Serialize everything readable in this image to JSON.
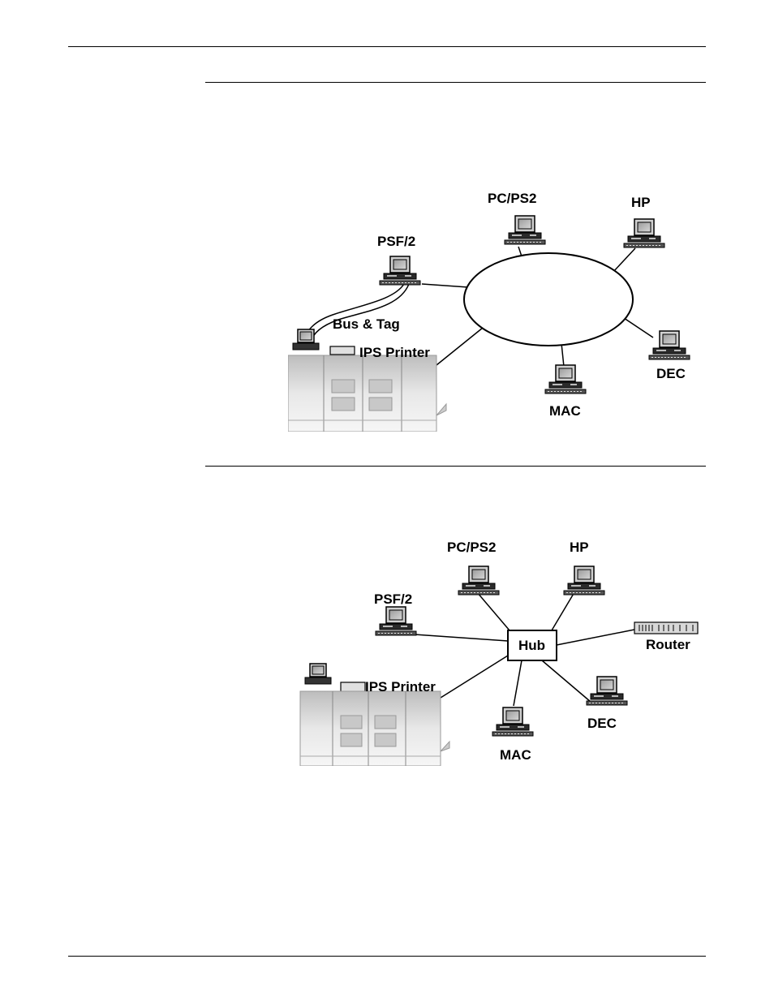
{
  "diagram_ring": {
    "labels": {
      "pcps2": "PC/PS2",
      "hp": "HP",
      "psf2": "PSF/2",
      "bus_tag": "Bus & Tag",
      "ips_printer": "IPS Printer",
      "dec": "DEC",
      "mac": "MAC"
    }
  },
  "diagram_star": {
    "labels": {
      "pcps2": "PC/PS2",
      "hp": "HP",
      "psf2": "PSF/2",
      "hub": "Hub",
      "router": "Router",
      "ips_printer": "IPS Printer",
      "dec": "DEC",
      "mac": "MAC"
    }
  }
}
